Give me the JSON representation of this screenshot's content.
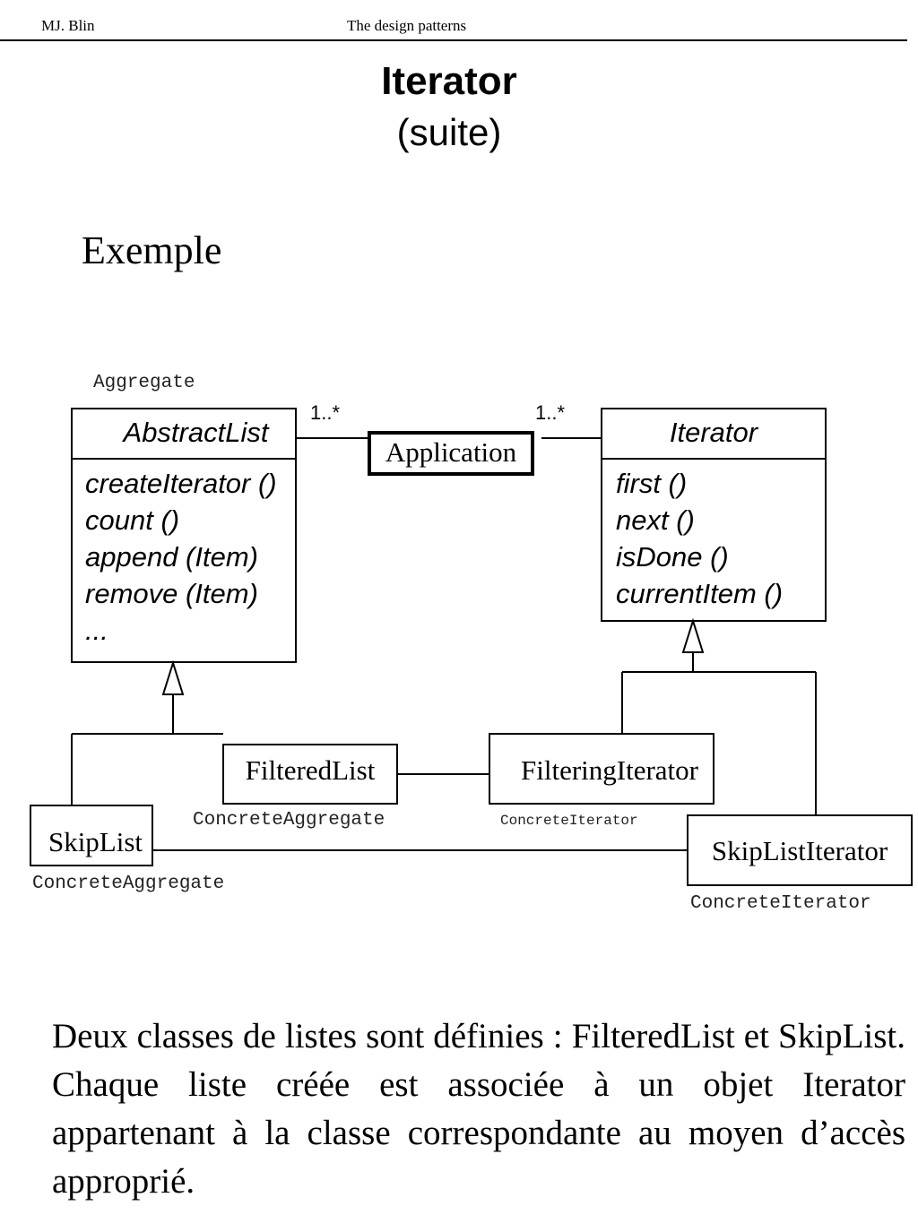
{
  "header": {
    "author": "MJ. Blin",
    "course": "The design patterns"
  },
  "title": "Iterator",
  "subtitle": "(suite)",
  "section_label": "Exemple",
  "diagram": {
    "abstract_list": {
      "stereotype": "Aggregate",
      "name": "AbstractList",
      "operations": [
        "createIterator ()",
        "count ()",
        "append (Item)",
        "remove (Item)",
        "..."
      ]
    },
    "iterator": {
      "name": "Iterator",
      "operations": [
        "first ()",
        "next ()",
        "isDone ()",
        "currentItem ()"
      ]
    },
    "application": {
      "name": "Application"
    },
    "multiplicity_left": "1..*",
    "multiplicity_right": "1..*",
    "filtered_list": {
      "name": "FilteredList",
      "stereotype": "ConcreteAggregate"
    },
    "skip_list": {
      "name": "SkipList",
      "stereotype": "ConcreteAggregate"
    },
    "filtering_iterator": {
      "name": "FilteringIterator",
      "stereotype": "ConcreteIterator"
    },
    "skip_list_iterator": {
      "name": "SkipListIterator",
      "stereotype": "ConcreteIterator"
    }
  },
  "description": "Deux classes de listes sont définies : FilteredList et SkipList. Chaque liste créée est associée à un objet Iterator appartenant à la classe correspondante au moyen d’accès approprié."
}
